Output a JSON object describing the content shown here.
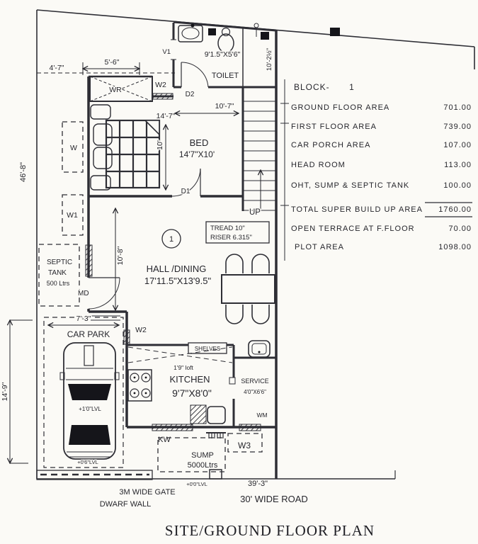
{
  "page": {
    "title": "SITE/GROUND FLOOR PLAN"
  },
  "area_table": {
    "block_label": "BLOCK-",
    "block_value": "1",
    "rows": [
      {
        "label": "GROUND FLOOR  AREA",
        "value": "701.00"
      },
      {
        "label": "FIRST FLOOR  AREA",
        "value": "739.00"
      },
      {
        "label": "CAR PORCH AREA",
        "value": "107.00"
      },
      {
        "label": "HEAD ROOM",
        "value": "113.00"
      },
      {
        "label": "OHT, SUMP & SEPTIC TANK",
        "value": "100.00"
      },
      {
        "label": "TOTAL SUPER BUILD UP AREA",
        "value": "1760.00"
      },
      {
        "label": "OPEN TERRACE AT F.FLOOR",
        "value": "70.00"
      },
      {
        "label": "PLOT AREA",
        "value": "1098.00"
      }
    ]
  },
  "rooms": {
    "toilet": {
      "name": "TOILET",
      "size": "9'1.5\"X5'6\""
    },
    "bed": {
      "name": "BED",
      "size": "14'7\"X10'"
    },
    "hall": {
      "name": "HALL /DINING",
      "size": "17'11.5\"X13'9.5\"",
      "number": "1"
    },
    "kitchen": {
      "name": "KITCHEN",
      "size": "9'7\"X8'0\"",
      "loft": "1'9\" loft",
      "shelves": "SHELVES"
    },
    "service": {
      "name": "SERVICE",
      "size": "4'0\"X6'6\"",
      "wm": "WM"
    },
    "carpark": {
      "name": "CAR PARK"
    },
    "septic": {
      "line1": "SEPTIC",
      "line2": "TANK",
      "line3": "500 Ltrs"
    },
    "sump": {
      "line1": "SUMP",
      "line2": "5000Ltrs"
    }
  },
  "stairs": {
    "up": "UP",
    "tread": "TREAD 10\"",
    "riser": "RISER 6.315\""
  },
  "doors": {
    "d1": "D1",
    "d2": "D2",
    "md": "MD"
  },
  "windows": {
    "v1": "V1",
    "w": "W",
    "w1": "W1",
    "w2_top": "W2",
    "w2_side": "W2",
    "w3": "W3",
    "kw": "KW"
  },
  "dims": {
    "d4_7": "4'-7\"",
    "d5_6": "5'-6\"",
    "d46_8": "46'-8\"",
    "d14_9": "14'-9\"",
    "d14_7": "14'-7\"",
    "d10_7": "10'-7\"",
    "d10": "10'",
    "d10_2": "10'-2½\"",
    "d10_8": "10'-8\"",
    "d7_3": "7'-3\"",
    "d39_3": "39'-3\""
  },
  "levels": {
    "car_top": "+1'0\"LVL",
    "car_bottom": "+0'6\"LVL",
    "road_level": "+0'0\"LVL"
  },
  "site": {
    "gate": "3M WIDE GATE",
    "dwarf": "DWARF WALL",
    "road": "30' WIDE ROAD"
  }
}
